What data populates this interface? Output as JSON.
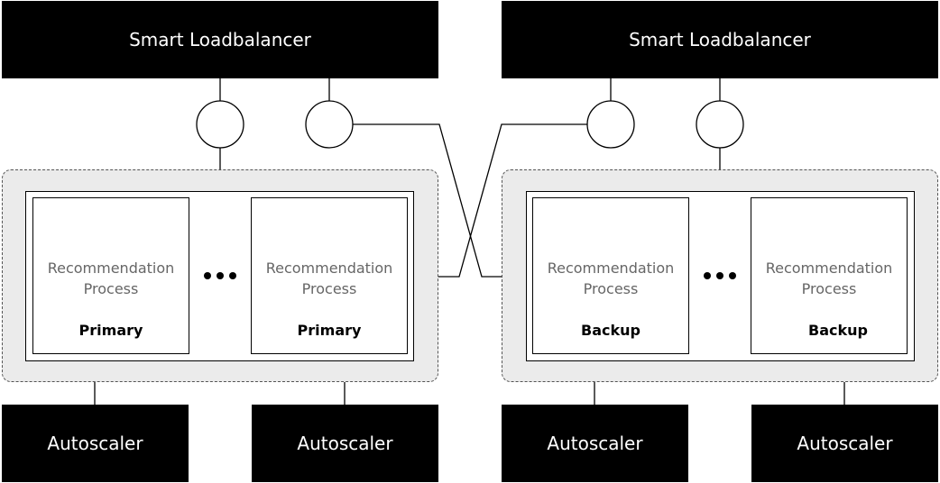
{
  "load_balancers": [
    {
      "label": "Smart Loadbalancer"
    },
    {
      "label": "Smart Loadbalancer"
    }
  ],
  "groups": [
    {
      "processes": [
        {
          "label": "Recommendation\nProcess",
          "role": "Primary"
        },
        {
          "label": "Recommendation\nProcess",
          "role": "Primary"
        }
      ]
    },
    {
      "processes": [
        {
          "label": "Recommendation\nProcess",
          "role": "Backup"
        },
        {
          "label": "Recommendation\nProcess",
          "role": "Backup"
        }
      ]
    }
  ],
  "autoscalers": [
    {
      "label": "Autoscaler"
    },
    {
      "label": "Autoscaler"
    },
    {
      "label": "Autoscaler"
    },
    {
      "label": "Autoscaler"
    }
  ],
  "colors": {
    "box_fill": "#000000",
    "box_text": "#ffffff",
    "group_fill": "#ebebeb",
    "process_text": "#666666"
  }
}
